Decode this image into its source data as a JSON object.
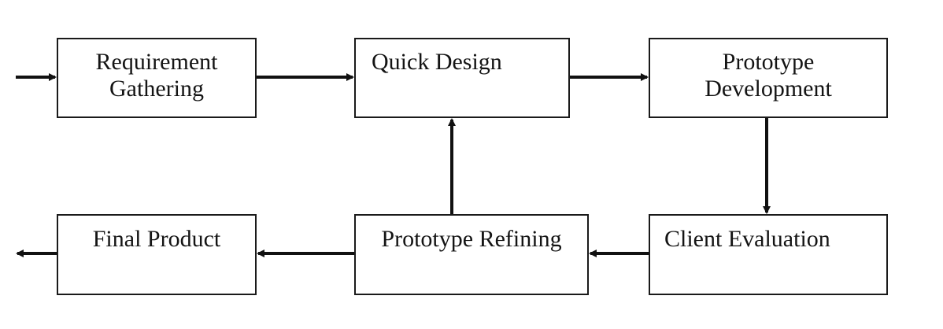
{
  "diagram": {
    "nodes": [
      {
        "id": "requirement",
        "label": "Requirement\nGathering"
      },
      {
        "id": "quick",
        "label": "Quick Design"
      },
      {
        "id": "protodev",
        "label": "Prototype\nDevelopment"
      },
      {
        "id": "client",
        "label": "Client Evaluation"
      },
      {
        "id": "refine",
        "label": "Prototype Refining"
      },
      {
        "id": "final",
        "label": "Final Product"
      }
    ],
    "edges": [
      {
        "from": "start",
        "to": "requirement"
      },
      {
        "from": "requirement",
        "to": "quick"
      },
      {
        "from": "quick",
        "to": "protodev"
      },
      {
        "from": "protodev",
        "to": "client"
      },
      {
        "from": "client",
        "to": "refine"
      },
      {
        "from": "refine",
        "to": "quick"
      },
      {
        "from": "refine",
        "to": "final"
      },
      {
        "from": "final",
        "to": "end"
      }
    ],
    "colors": {
      "stroke": "#1a1a1a",
      "background": "#ffffff",
      "text": "#141414"
    }
  }
}
